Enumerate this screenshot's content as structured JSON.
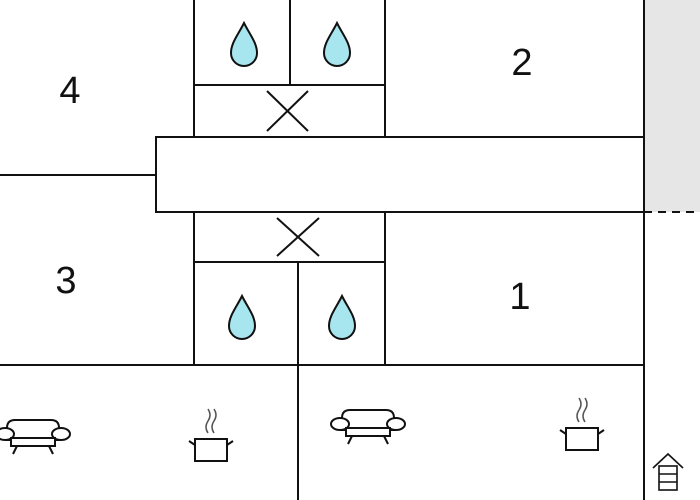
{
  "floorplan": {
    "rooms": [
      {
        "label": "4"
      },
      {
        "label": "2"
      },
      {
        "label": "3"
      },
      {
        "label": "1"
      }
    ],
    "icons": {
      "bathroom": "water-drop-icon",
      "toilet": "cross-icon",
      "living": "sofa-icon",
      "kitchen": "cooking-pot-icon",
      "stairs": "staircase-icon"
    },
    "colors": {
      "wall": "#111111",
      "water": "#a8e6ef",
      "shaded": "#e6e6e6",
      "background": "#ffffff"
    }
  }
}
